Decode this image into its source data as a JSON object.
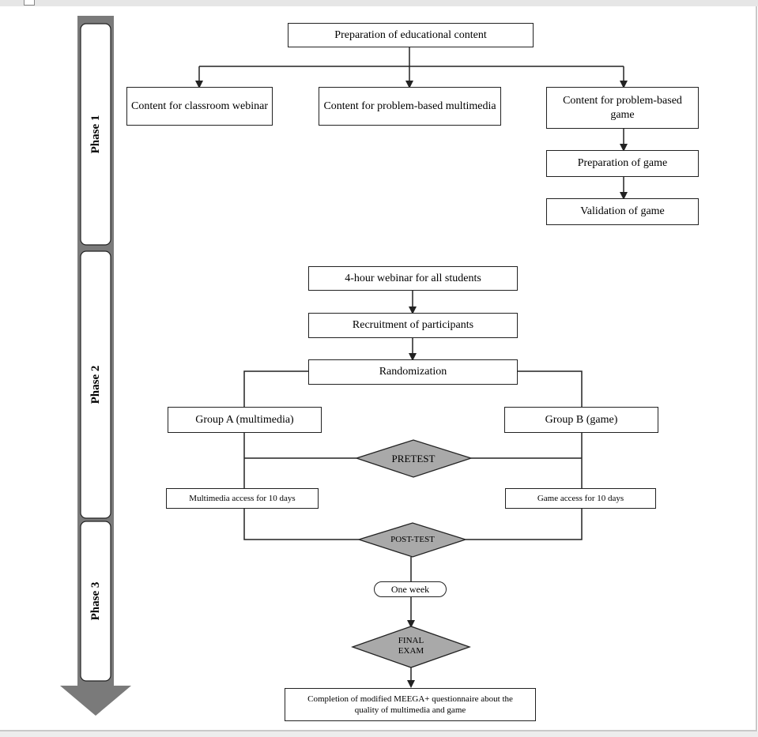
{
  "phases": [
    "Phase 1",
    "Phase 2",
    "Phase 3"
  ],
  "phase1": {
    "top": "Preparation of educational content",
    "webinar_content": "Content for classroom webinar",
    "multimedia_content": "Content for problem-based multimedia",
    "game_content": "Content for problem-based game",
    "game_preparation": "Preparation of game",
    "game_validation": "Validation of game"
  },
  "phase2": {
    "webinar": "4-hour webinar for all students",
    "recruitment": "Recruitment of participants",
    "randomization": "Randomization",
    "group_a": "Group A (multimedia)",
    "group_b": "Group B (game)",
    "pretest": "PRETEST",
    "multimedia_access": "Multimedia access for 10 days",
    "game_access": "Game access for 10 days"
  },
  "phase3": {
    "posttest": "POST-TEST",
    "one_week": "One week",
    "final_exam": "FINAL EXAM",
    "questionnaire": "Completion of modified MEEGA+ questionnaire about the quality of multimedia and game"
  },
  "colors": {
    "diamond_fill": "#a9a9a9",
    "arrow_fill": "#7a7a7a",
    "line": "#222222"
  }
}
